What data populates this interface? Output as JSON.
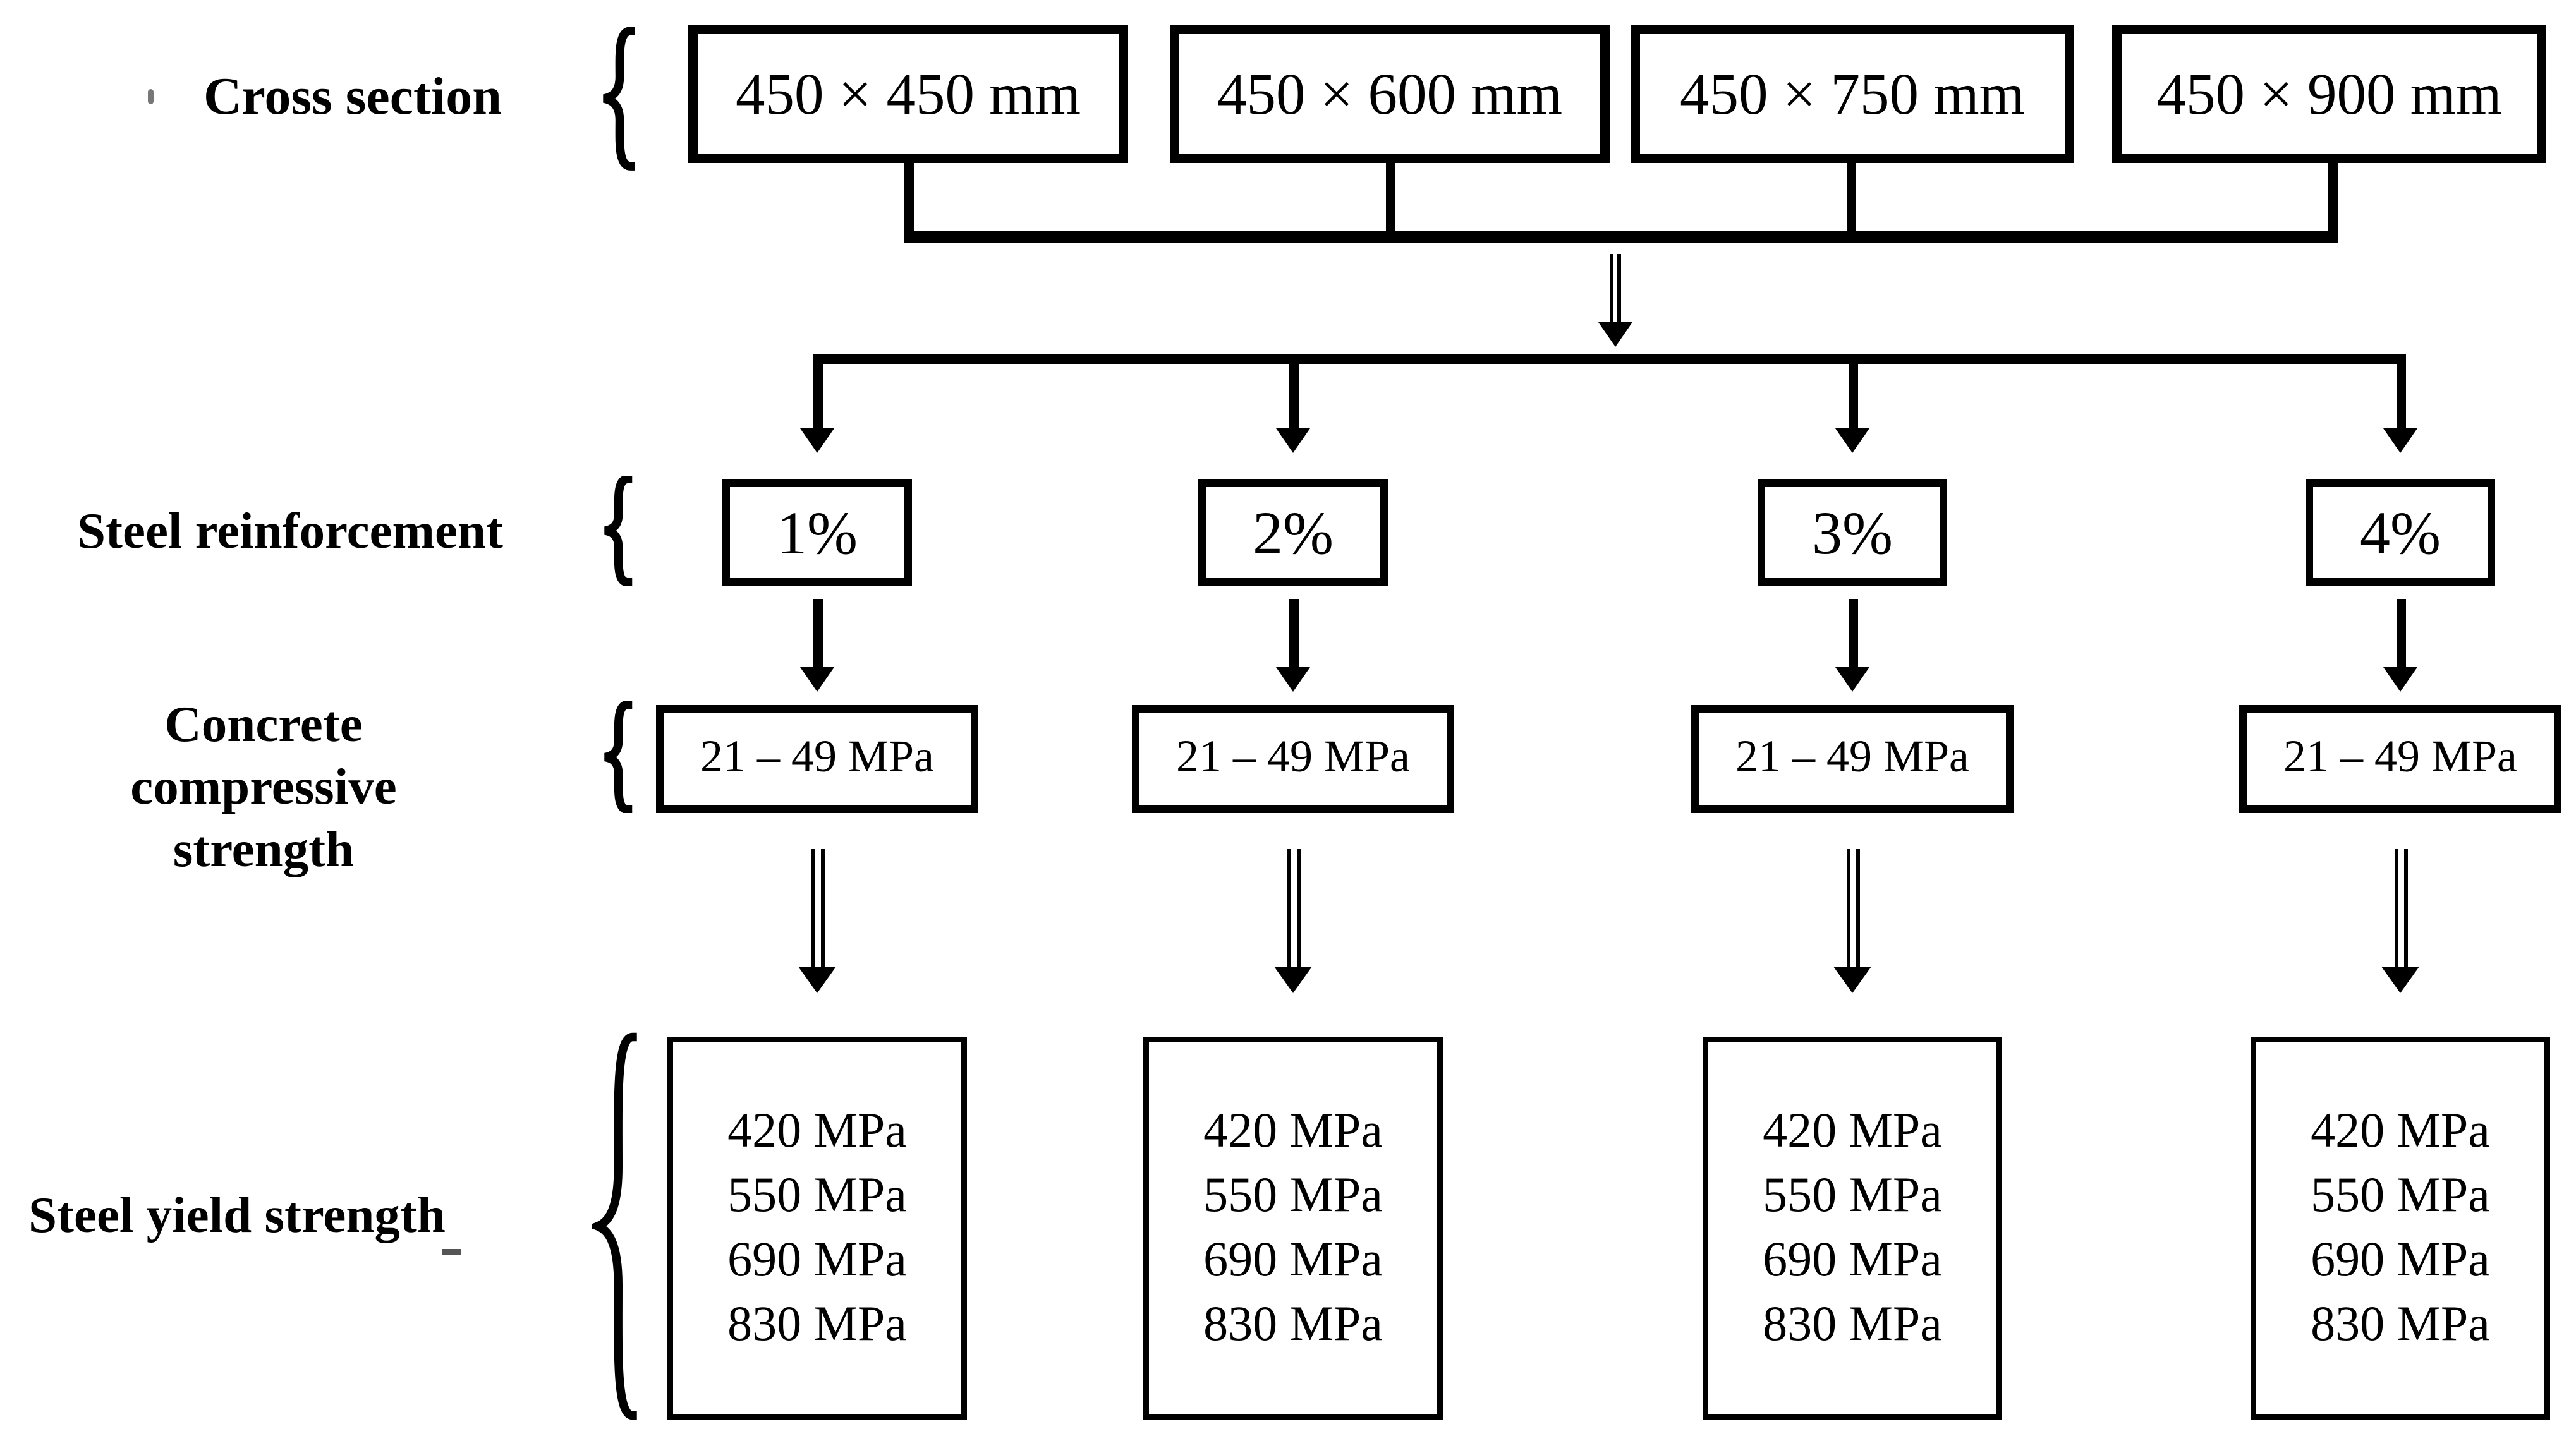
{
  "figure": {
    "background": "#ffffff",
    "ink": "#000000"
  },
  "row_labels": {
    "cross_section": "Cross section",
    "steel_reinforcement": "Steel reinforcement",
    "concrete_compressive_line1": "Concrete compressive",
    "concrete_compressive_line2": "strength",
    "steel_yield_strength": "Steel yield strength"
  },
  "columns": [
    {
      "cross_section": "450 × 450 mm",
      "reinforcement": "1%",
      "concrete": "21 – 49 MPa",
      "yield": [
        "420 MPa",
        "550 MPa",
        "690 MPa",
        "830 MPa"
      ]
    },
    {
      "cross_section": "450 × 600 mm",
      "reinforcement": "2%",
      "concrete": "21 – 49 MPa",
      "yield": [
        "420 MPa",
        "550 MPa",
        "690 MPa",
        "830 MPa"
      ]
    },
    {
      "cross_section": "450 × 750 mm",
      "reinforcement": "3%",
      "concrete": "21 – 49 MPa",
      "yield": [
        "420 MPa",
        "550 MPa",
        "690 MPa",
        "830 MPa"
      ]
    },
    {
      "cross_section": "450 × 900 mm",
      "reinforcement": "4%",
      "concrete": "21 – 49 MPa",
      "yield": [
        "420 MPa",
        "550 MPa",
        "690 MPa",
        "830 MPa"
      ]
    }
  ]
}
